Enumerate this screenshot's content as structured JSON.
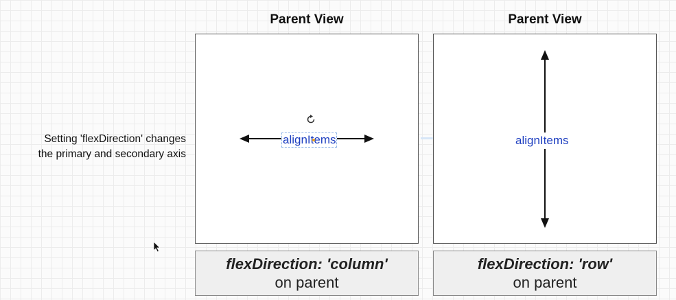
{
  "side_note": {
    "line1": "Setting 'flexDirection' changes",
    "line2": "the primary and secondary axis"
  },
  "panels": [
    {
      "title": "Parent View",
      "inner_label": "alignItems",
      "arrow_axis": "horizontal",
      "property": "flexDirection: 'column'",
      "caption": "on parent"
    },
    {
      "title": "Parent View",
      "inner_label": "alignItems",
      "arrow_axis": "vertical",
      "property": "flexDirection: 'row'",
      "caption": "on parent"
    }
  ],
  "icons": [
    "rotate-handle-icon",
    "mouse-pointer-icon"
  ],
  "colors": {
    "label_text": "#1e3fc0",
    "selection_border": "#8fb4e8",
    "label_box_bg": "#efefef",
    "arrow": "#111111"
  }
}
